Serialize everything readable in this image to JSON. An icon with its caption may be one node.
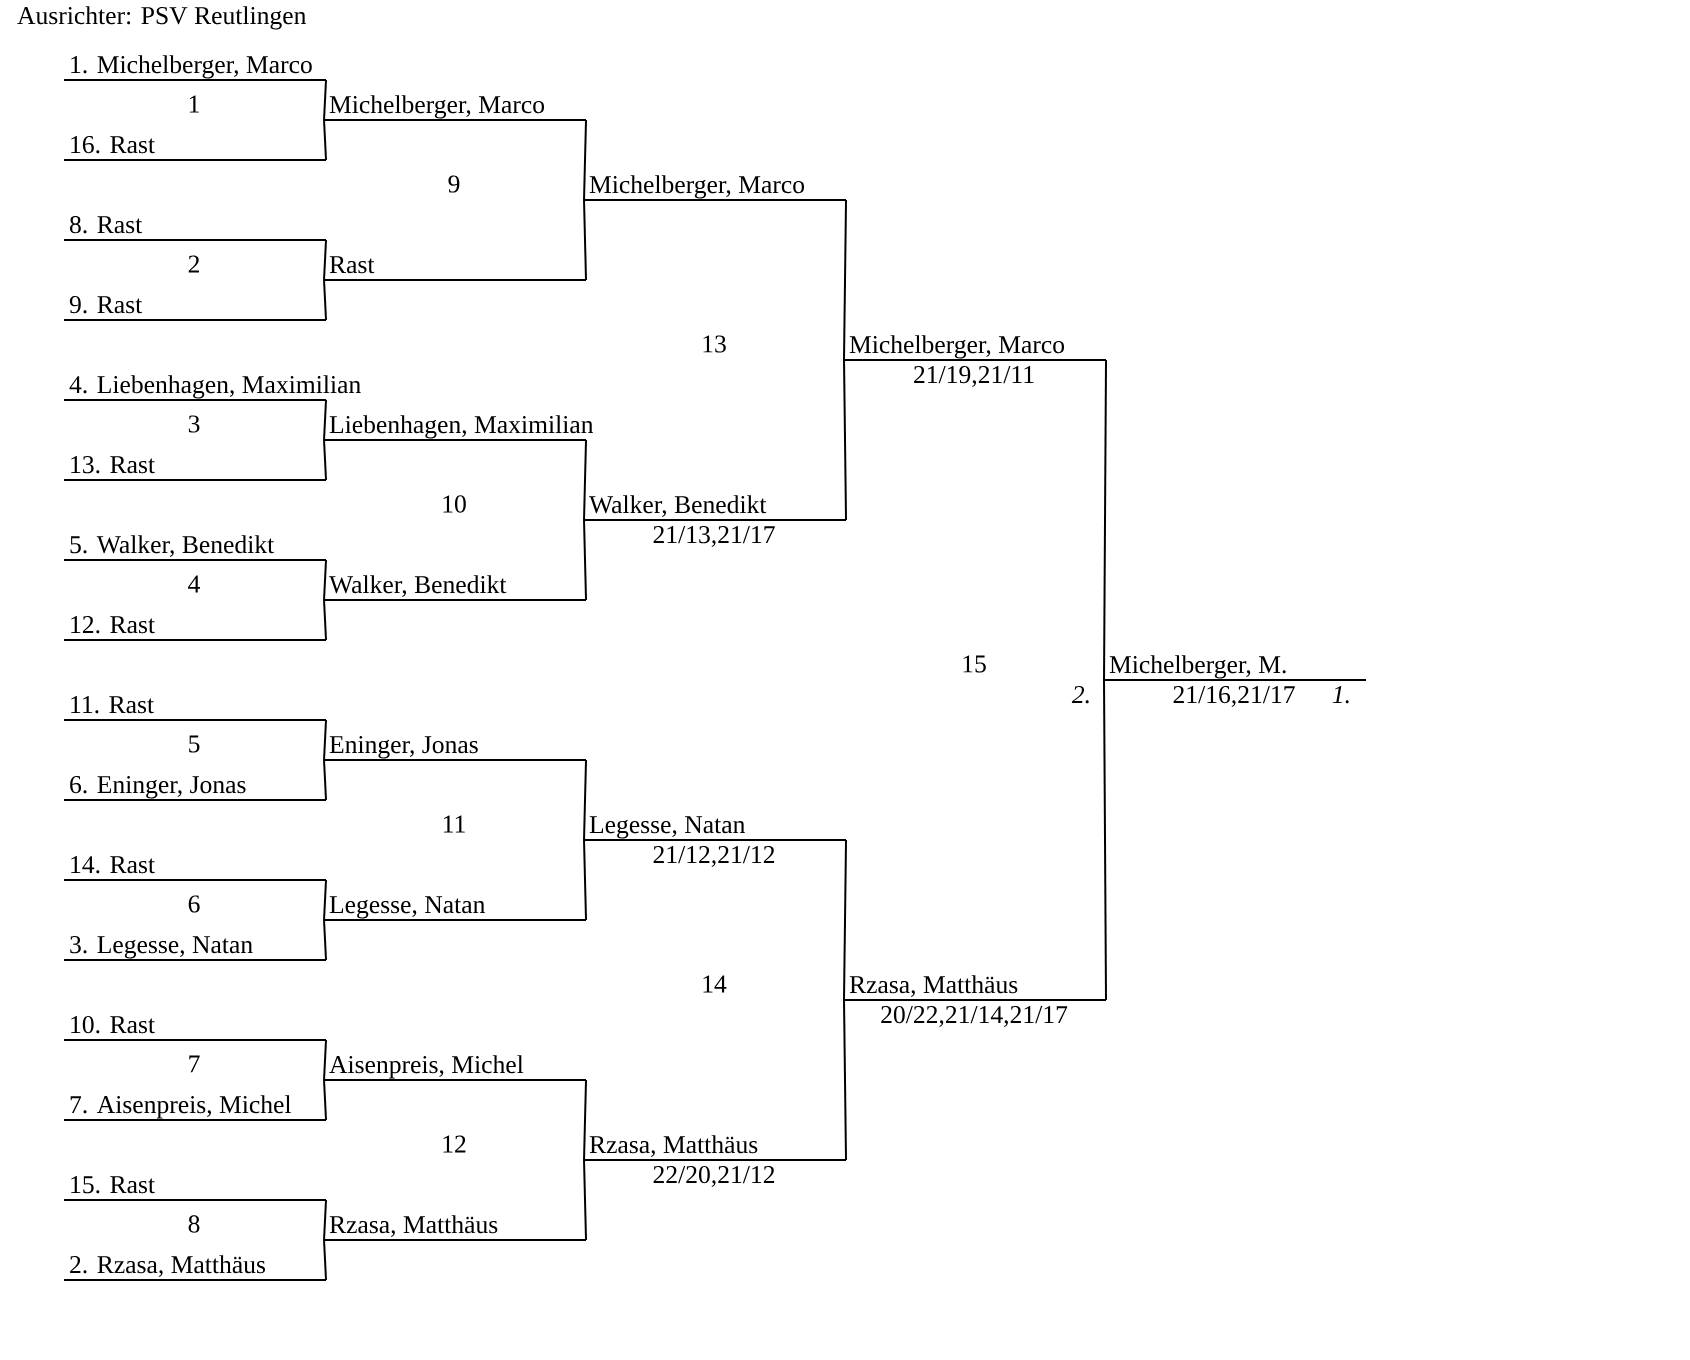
{
  "diagram": {
    "title": "Ausrichter: PSV Reutlingen",
    "nodes": [
      {
        "text": [
          "1. Michelberger, Marco"
        ]
      },
      {
        "text": [
          "16. Rast"
        ]
      },
      {
        "text": [
          "8. Rast"
        ]
      },
      {
        "text": [
          "9. Rast"
        ]
      },
      {
        "text": [
          "4. Liebenhagen, Maximilian"
        ]
      },
      {
        "text": [
          "13. Rast"
        ]
      },
      {
        "text": [
          "5. Walker, Benedikt"
        ]
      },
      {
        "text": [
          "12. Rast"
        ]
      },
      {
        "text": [
          "11. Rast"
        ]
      },
      {
        "text": [
          "6. Eninger, Jonas"
        ]
      },
      {
        "text": [
          "14. Rast"
        ]
      },
      {
        "text": [
          "3. Legesse, Natan"
        ]
      },
      {
        "text": [
          "10. Rast"
        ]
      },
      {
        "text": [
          "7. Aisenpreis, Michel"
        ]
      },
      {
        "text": [
          "15. Rast"
        ]
      },
      {
        "text": [
          "2. Rzasa, Matthäus"
        ]
      },
      {
        "text": [
          "Michelberger, Marco"
        ]
      },
      {
        "text": [
          "Rast"
        ]
      },
      {
        "text": [
          "Liebenhagen, Maximilian"
        ]
      },
      {
        "text": [
          "Walker, Benedikt"
        ]
      },
      {
        "text": [
          "Eninger, Jonas"
        ]
      },
      {
        "text": [
          "Legesse, Natan"
        ]
      },
      {
        "text": [
          "Aisenpreis, Michel"
        ]
      },
      {
        "text": [
          "Rzasa, Matthäus"
        ]
      },
      {
        "text": [
          "Michelberger, Marco"
        ]
      },
      {
        "text": [
          "Walker, Benedikt"
        ],
        "beside": [
          "21/13,21/17"
        ]
      },
      {
        "text": [
          "Legesse, Natan"
        ],
        "beside": [
          "21/12,21/12"
        ]
      },
      {
        "text": [
          "Rzasa, Matthäus"
        ],
        "beside": [
          "22/20,21/12"
        ]
      },
      {
        "text": [
          "Michelberger, Marco"
        ],
        "beside": [
          "21/19,21/11"
        ]
      },
      {
        "text": [
          "Rzasa, Matthäus"
        ],
        "beside": [
          "20/22,21/14,21/17"
        ]
      },
      {
        "text": [
          "Michelberger, M."
        ],
        "beside": [
          "21/16,21/17",
          "1."
        ]
      }
    ],
    "edges": [
      {
        "from": 0,
        "to": 16,
        "arrow": "none"
      },
      {
        "from": 1,
        "to": 16,
        "arrow": "none"
      },
      {
        "from": 2,
        "to": 17,
        "arrow": "none"
      },
      {
        "from": 3,
        "to": 17,
        "arrow": "none"
      },
      {
        "from": 4,
        "to": 18,
        "arrow": "none"
      },
      {
        "from": 5,
        "to": 18,
        "arrow": "none"
      },
      {
        "from": 6,
        "to": 19,
        "arrow": "none"
      },
      {
        "from": 7,
        "to": 19,
        "arrow": "none"
      },
      {
        "from": 8,
        "to": 20,
        "arrow": "none"
      },
      {
        "from": 9,
        "to": 20,
        "arrow": "none"
      },
      {
        "from": 10,
        "to": 21,
        "arrow": "none"
      },
      {
        "from": 11,
        "to": 21,
        "arrow": "none"
      },
      {
        "from": 12,
        "to": 22,
        "arrow": "none"
      },
      {
        "from": 13,
        "to": 22,
        "arrow": "none"
      },
      {
        "from": 14,
        "to": 23,
        "arrow": "none"
      },
      {
        "from": 15,
        "to": 23,
        "arrow": "none"
      },
      {
        "from": 16,
        "to": 24,
        "arrow": "none"
      },
      {
        "from": 17,
        "to": 24,
        "arrow": "none"
      },
      {
        "from": 18,
        "to": 25,
        "arrow": "none"
      },
      {
        "from": 19,
        "to": 25,
        "arrow": "none"
      },
      {
        "from": 20,
        "to": 26,
        "arrow": "none"
      },
      {
        "from": 21,
        "to": 26,
        "arrow": "none"
      },
      {
        "from": 22,
        "to": 27,
        "arrow": "none"
      },
      {
        "from": 23,
        "to": 27,
        "arrow": "none"
      },
      {
        "from": 24,
        "to": 28,
        "arrow": "none"
      },
      {
        "from": 25,
        "to": 28,
        "arrow": "none"
      },
      {
        "from": 26,
        "to": 29,
        "arrow": "none"
      },
      {
        "from": 27,
        "to": 29,
        "arrow": "none"
      },
      {
        "from": 28,
        "to": 30,
        "arrow": "none"
      },
      {
        "from": 29,
        "to": 30,
        "arrow": "none"
      }
    ],
    "labels": [
      "1",
      "9",
      "2",
      "13",
      "3",
      "10",
      "4",
      "15",
      "2.",
      "5",
      "11",
      "6",
      "14",
      "7",
      "12",
      "8"
    ]
  }
}
